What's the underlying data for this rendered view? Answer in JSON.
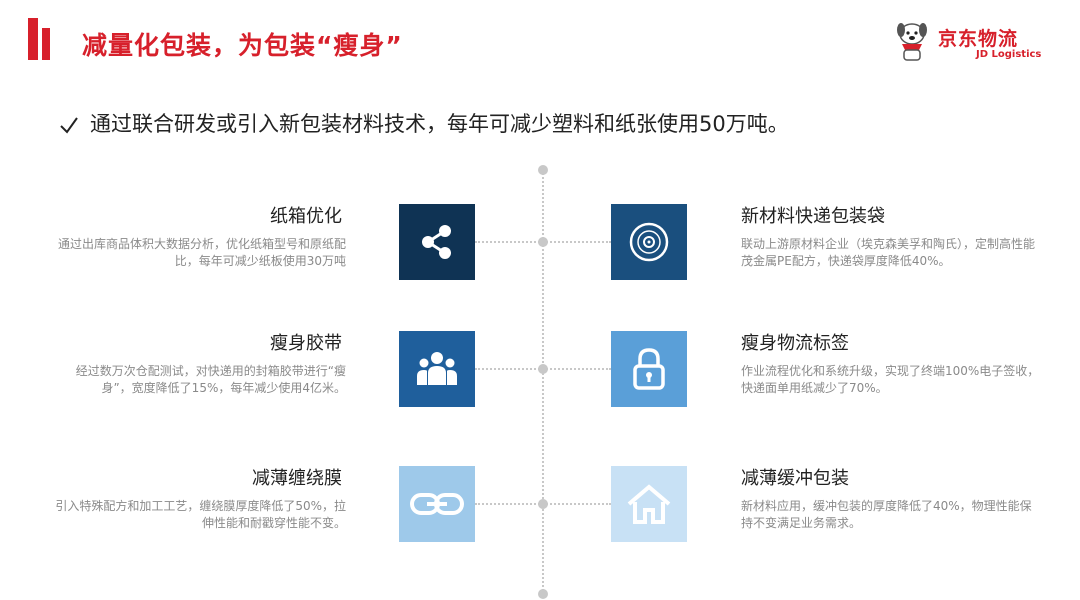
{
  "header": {
    "title": "减量化包装，为包装“瘦身”",
    "logo_cn": "京东物流",
    "logo_en": "JD Logistics"
  },
  "subtitle": "通过联合研发或引入新包装材料技术，每年可减少塑料和纸张使用50万吨。",
  "left_items": [
    {
      "title": "纸箱优化",
      "desc": "通过出库商品体积大数据分析，优化纸箱型号和原纸配比，每年可减少纸板使用30万吨",
      "icon": "share-icon",
      "color": "#0f3354"
    },
    {
      "title": "瘦身胶带",
      "desc": "经过数万次仓配测试，对快递用的封箱胶带进行“瘦身”，宽度降低了15%，每年减少使用4亿米。",
      "icon": "people-group-icon",
      "color": "#1f5f9c"
    },
    {
      "title": "减薄缠绕膜",
      "desc": "引入特殊配方和加工工艺，缠绕膜厚度降低了50%，拉伸性能和耐戳穿性能不变。",
      "icon": "chain-link-icon",
      "color": "#9ec9ea"
    }
  ],
  "right_items": [
    {
      "title": "新材料快递包装袋",
      "desc": "联动上游原材料企业（埃克森美孚和陶氏），定制高性能茂金属PE配方，快递袋厚度降低40%。",
      "icon": "disc-icon",
      "color": "#1a4f7e"
    },
    {
      "title": "瘦身物流标签",
      "desc": "作业流程优化和系统升级，实现了终端100%电子签收，快递面单用纸减少了70%。",
      "icon": "lock-icon",
      "color": "#5a9fd8"
    },
    {
      "title": "减薄缓冲包装",
      "desc": "新材料应用，缓冲包装的厚度降低了40%，物理性能保持不变满足业务需求。",
      "icon": "home-icon",
      "color": "#c8e1f5"
    }
  ]
}
